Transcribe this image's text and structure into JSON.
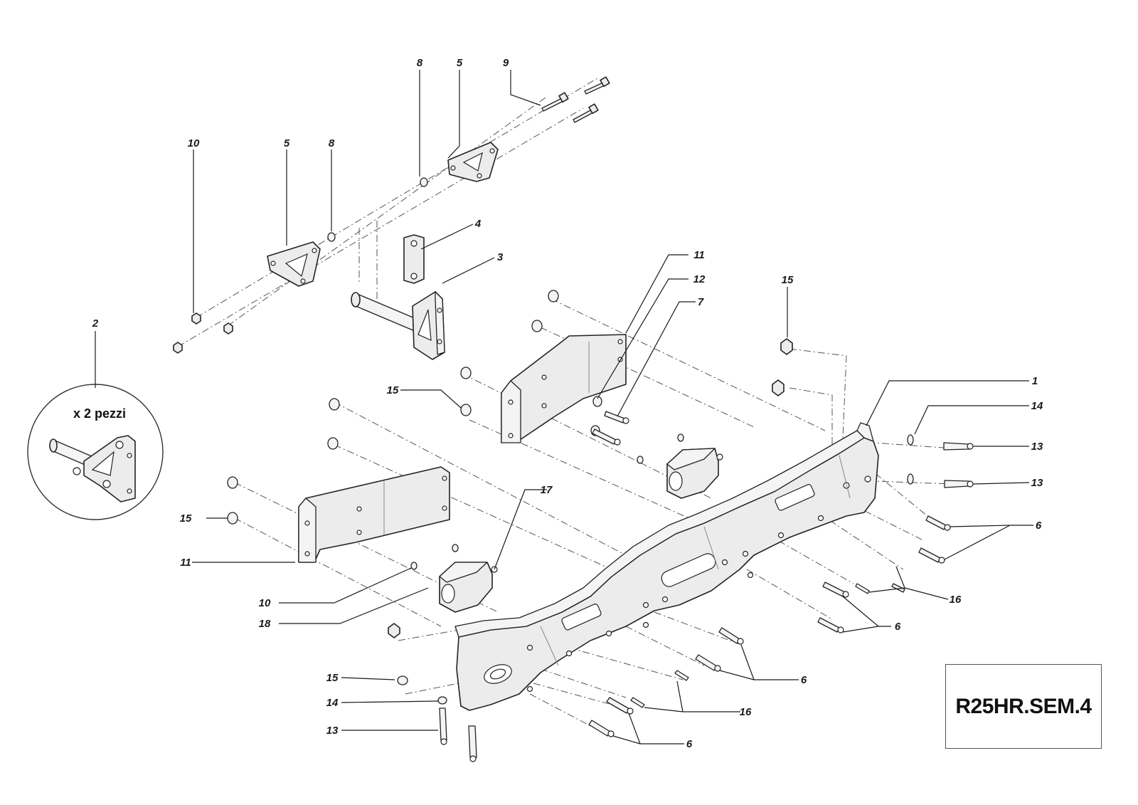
{
  "drawing_code": "R25HR.SEM.4",
  "callout": {
    "caption": "x 2 pezzi",
    "ref": "2"
  },
  "part_labels": [
    "1",
    "2",
    "3",
    "4",
    "5",
    "6",
    "7",
    "8",
    "9",
    "10",
    "11",
    "12",
    "13",
    "14",
    "15",
    "16",
    "17",
    "18"
  ],
  "labels": [
    {
      "id": "lbl-8a",
      "text": "8"
    },
    {
      "id": "lbl-5a",
      "text": "5"
    },
    {
      "id": "lbl-9",
      "text": "9"
    },
    {
      "id": "lbl-10a",
      "text": "10"
    },
    {
      "id": "lbl-5b",
      "text": "5"
    },
    {
      "id": "lbl-8b",
      "text": "8"
    },
    {
      "id": "lbl-4",
      "text": "4"
    },
    {
      "id": "lbl-3",
      "text": "3"
    },
    {
      "id": "lbl-2",
      "text": "2"
    },
    {
      "id": "lbl-11a",
      "text": "11"
    },
    {
      "id": "lbl-12",
      "text": "12"
    },
    {
      "id": "lbl-7",
      "text": "7"
    },
    {
      "id": "lbl-15a",
      "text": "15"
    },
    {
      "id": "lbl-15b",
      "text": "15"
    },
    {
      "id": "lbl-1",
      "text": "1"
    },
    {
      "id": "lbl-14a",
      "text": "14"
    },
    {
      "id": "lbl-13a",
      "text": "13"
    },
    {
      "id": "lbl-13b",
      "text": "13"
    },
    {
      "id": "lbl-6a",
      "text": "6"
    },
    {
      "id": "lbl-17",
      "text": "17"
    },
    {
      "id": "lbl-15c",
      "text": "15"
    },
    {
      "id": "lbl-11b",
      "text": "11"
    },
    {
      "id": "lbl-10b",
      "text": "10"
    },
    {
      "id": "lbl-18",
      "text": "18"
    },
    {
      "id": "lbl-16a",
      "text": "16"
    },
    {
      "id": "lbl-6b",
      "text": "6"
    },
    {
      "id": "lbl-6c",
      "text": "6"
    },
    {
      "id": "lbl-16b",
      "text": "16"
    },
    {
      "id": "lbl-6d",
      "text": "6"
    },
    {
      "id": "lbl-15d",
      "text": "15"
    },
    {
      "id": "lbl-14b",
      "text": "14"
    },
    {
      "id": "lbl-13c",
      "text": "13"
    }
  ]
}
